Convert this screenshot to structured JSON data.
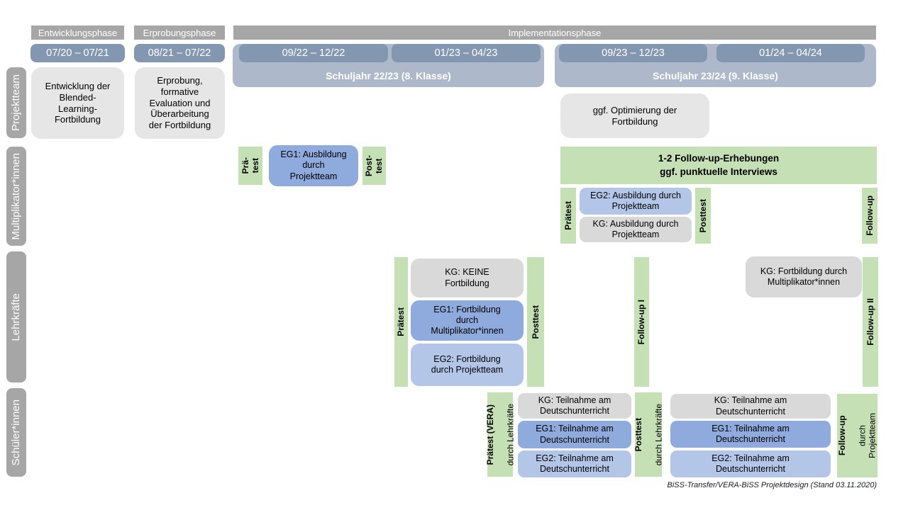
{
  "phases": {
    "p1": "Entwicklungsphase",
    "p2": "Erprobungsphase",
    "p3": "Implementationsphase"
  },
  "dates": {
    "d1": "07/20 – 07/21",
    "d2": "08/21 – 07/22",
    "d3": "09/22 – 12/22",
    "d4": "01/23 – 04/23",
    "d5": "09/23 – 12/23",
    "d6": "01/24 – 04/24"
  },
  "school_years": {
    "sy1": "Schuljahr 22/23 (8. Klasse)",
    "sy2": "Schuljahr 23/24 (9. Klasse)"
  },
  "row_labels": {
    "r1": "Projektteam",
    "r2": "Multiplikator*innen",
    "r3": "Lehrkräfte",
    "r4": "Schüler*innen"
  },
  "projektteam": {
    "entwicklung": "Entwicklung der\nBlended-\nLearning-\nFortbildung",
    "erprobung": "Erprobung,\nformative\nEvaluation und\nÜberarbeitung\nder Fortbildung",
    "optimierung": "ggf. Optimierung der\nFortbildung"
  },
  "multiplikatoren": {
    "praetest_1": "Prä-\ntest",
    "eg1": "EG1: Ausbildung\ndurch\nProjektteam",
    "posttest_1": "Post-\ntest",
    "followup_box": "1-2 Follow-up-Erhebungen\nggf. punktuelle Interviews",
    "praetest_2": "Prätest",
    "eg2": "EG2: Ausbildung durch\nProjektteam",
    "kg": "KG: Ausbildung durch\nProjektteam",
    "posttest_2": "Posttest",
    "followup": "Follow-up"
  },
  "lehrkraefte": {
    "praetest": "Prätest",
    "kg": "KG: KEINE\nFortbildung",
    "eg1": "EG1: Fortbildung\ndurch\nMultiplikator*innen",
    "eg2": "EG2: Fortbildung\ndurch Projektteam",
    "posttest": "Posttest",
    "followup_1": "Follow-up I",
    "kg_followup": "KG: Fortbildung durch\nMultiplikator*innen",
    "followup_2": "Follow-up II"
  },
  "schueler": {
    "praetest_bold": "Prätest (VERA)",
    "praetest_sub": "durch Lehrkräfte",
    "kg_1": "KG: Teilnahme am\nDeutschunterricht",
    "eg1_1": "EG1: Teilnahme am\nDeutschunterricht",
    "eg2_1": "EG2: Teilnahme am\nDeutschunterricht",
    "posttest_bold": "Posttest",
    "posttest_sub": "durch Lehrkräfte",
    "kg_2": "KG: Teilnahme am\nDeutschunterricht",
    "eg1_2": "EG1: Teilnahme am\nDeutschunterricht",
    "eg2_2": "EG2: Teilnahme am\nDeutschunterricht",
    "followup_bold": "Follow-up",
    "followup_sub": "durch\nProjektteam"
  },
  "footer": "BiSS-Transfer/VERA-BiSS Projektdesign (Stand 03.11.2020)",
  "colors": {
    "header_gray": "#a6a6a6",
    "date_blue": "#8497b0",
    "band_blue": "#adb9ca",
    "box_light_gray": "#e7e6e6",
    "box_kg_gray": "#d9d9d9",
    "box_eg1_blue": "#8faadc",
    "box_eg2_blue": "#b4c6e7",
    "measure_green": "#c5e0b4",
    "text_white": "#ffffff",
    "text_black": "#000000"
  }
}
